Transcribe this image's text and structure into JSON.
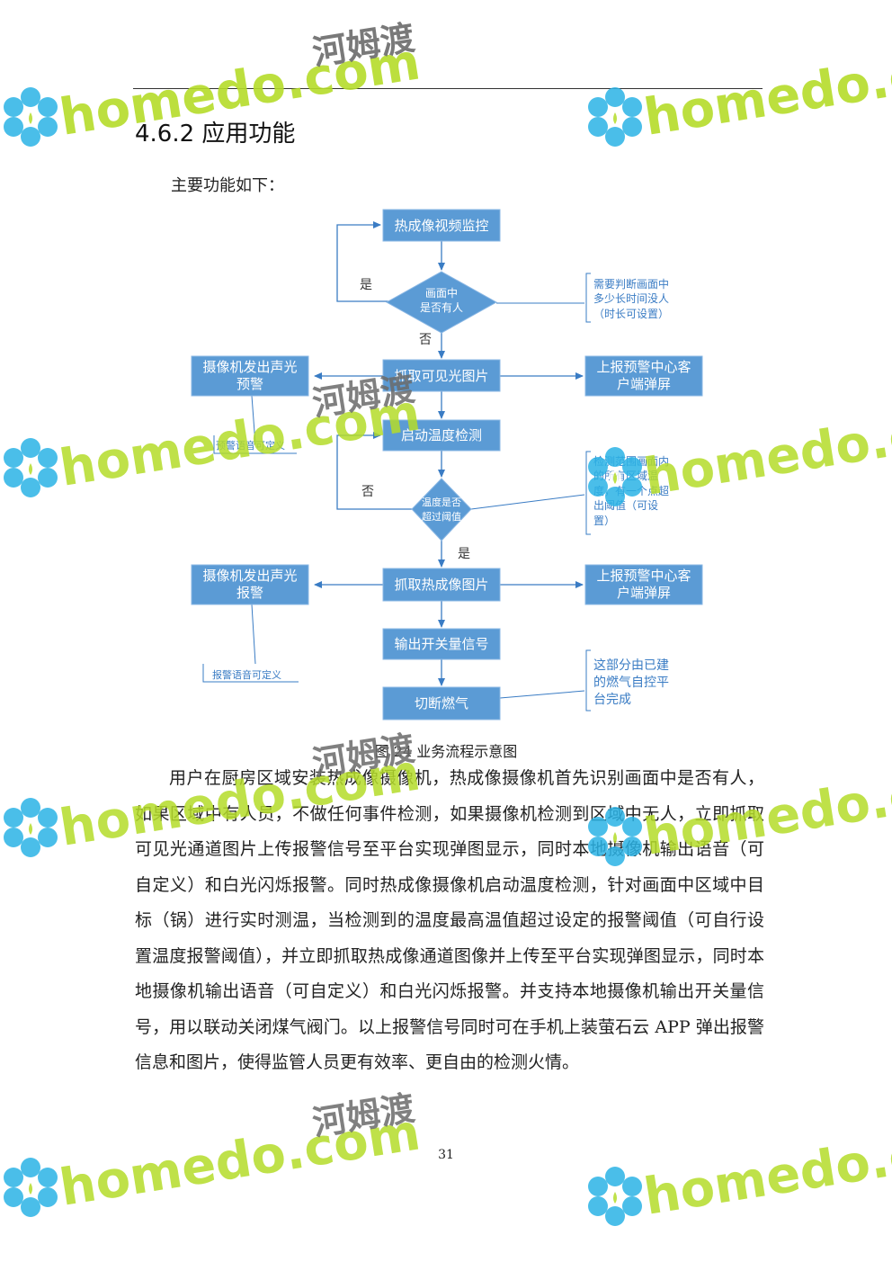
{
  "header_rule": true,
  "section_heading": "4.6.2 应用功能",
  "intro": "主要功能如下：",
  "flowchart": {
    "nodes": {
      "thermal_monitor": "热成像视频监控",
      "decision_person": [
        "画面中",
        "是否有人"
      ],
      "capture_visible": "抓取可见光图片",
      "camera_warning": [
        "摄像机发出声光",
        "预警"
      ],
      "report_center_1": [
        "上报预警中心客",
        "户端弹屏"
      ],
      "temp_detect": "启动温度检测",
      "decision_temp": [
        "温度是否",
        "超过阈值"
      ],
      "capture_thermal": "抓取热成像图片",
      "camera_alarm": [
        "摄像机发出声光",
        "报警"
      ],
      "report_center_2": [
        "上报预警中心客",
        "户端弹屏"
      ],
      "switch_signal": "输出开关量信号",
      "cut_gas": "切断燃气"
    },
    "edge_labels": {
      "yes_1": "是",
      "no_1": "否",
      "no_2": "否",
      "yes_2": "是"
    },
    "notes": {
      "note_time": [
        "需要判断画面中",
        "多少长时间没人",
        "（时长可设置）"
      ],
      "note_voice_1": "预警语音可定义",
      "note_region": [
        "检测范围画面内",
        "的所有区域温",
        "度，有一个点超",
        "出阈值（可设",
        "置）"
      ],
      "note_voice_2": "报警语音可定义",
      "note_gas": [
        "这部分由已建",
        "的燃气自控平",
        "台完成"
      ]
    }
  },
  "caption": "图 24 业务流程示意图",
  "paragraph": "用户在厨房区域安装热成像摄像机，热成像摄像机首先识别画面中是否有人，如果区域中有人员，不做任何事件检测，如果摄像机检测到区域中无人，立即抓取可见光通道图片上传报警信号至平台实现弹图显示，同时本地摄像机输出语音（可自定义）和白光闪烁报警。同时热成像摄像机启动温度检测，针对画面中区域中目标（锅）进行实时测温，当检测到的温度最高温值超过设定的报警阈值（可自行设置温度报警阈值），并立即抓取热成像通道图像并上传至平台实现弹图显示，同时本地摄像机输出语音（可自定义）和白光闪烁报警。并支持本地摄像机输出开关量信号，用以联动关闭煤气阀门。以上报警信号同时可在手机上装萤石云 APP 弹出报警信息和图片，使得监管人员更有效率、更自由的检测火情。",
  "page_number": "31",
  "watermark": {
    "latin": "homedo.com",
    "chinese": "河姆渡",
    "colors": {
      "latin": "#b5dc2a",
      "chinese": "#6b6b6b",
      "flower": "#2bb3e6"
    }
  }
}
